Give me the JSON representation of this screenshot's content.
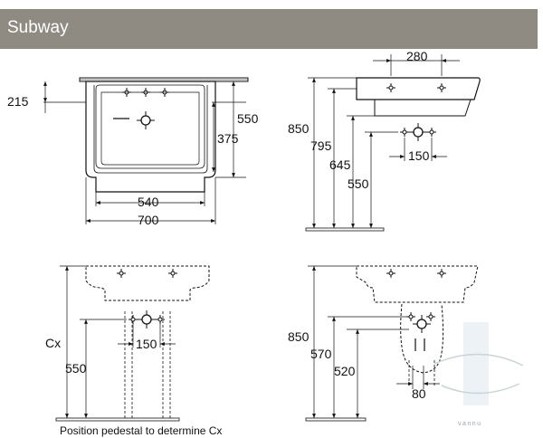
{
  "header": {
    "title": "Subway"
  },
  "views": {
    "top_front": {
      "dim_215": "215",
      "dim_550": "550",
      "dim_375": "375",
      "dim_540": "540",
      "dim_700": "700"
    },
    "top_side": {
      "dim_280": "280",
      "dim_850": "850",
      "dim_795": "795",
      "dim_645": "645",
      "dim_550": "550",
      "dim_150": "150"
    },
    "bottom_front": {
      "dim_cx": "Cx",
      "dim_550": "550",
      "dim_150": "150",
      "caption": "Position pedestal to determine Cx"
    },
    "bottom_side": {
      "dim_850": "850",
      "dim_570": "570",
      "dim_520": "520",
      "dim_80": "80"
    }
  },
  "watermark": {
    "text": "vannu"
  },
  "colors": {
    "header_bg": "#8f8a82",
    "header_text": "#ffffff",
    "line": "#111111"
  }
}
